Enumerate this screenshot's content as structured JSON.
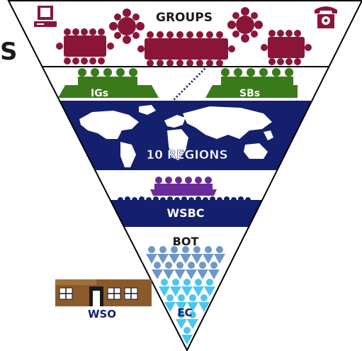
{
  "diagram": {
    "left_fragment": "S",
    "tiers": {
      "groups": {
        "label": "GROUPS"
      },
      "intergroups": {
        "label": "IGs"
      },
      "service_boards": {
        "label": "SBs"
      },
      "regions": {
        "label": "10 REGIONS"
      },
      "conference": {
        "label": "WSBC"
      },
      "board": {
        "label": "BOT"
      },
      "executive": {
        "label": "EC"
      }
    },
    "office": {
      "label": "WSO"
    }
  },
  "icons": {
    "computer": "computer-icon",
    "telephone": "telephone-icon",
    "building": "office-building-icon"
  },
  "colors": {
    "outline": "#000000",
    "groups": "#8b1538",
    "green": "#3a7a1a",
    "navy": "#14206e",
    "purple": "#6a2a9a",
    "steel_blue": "#6f97c8",
    "sky_blue": "#4cc6f0",
    "brown": "#8b5a2b"
  }
}
